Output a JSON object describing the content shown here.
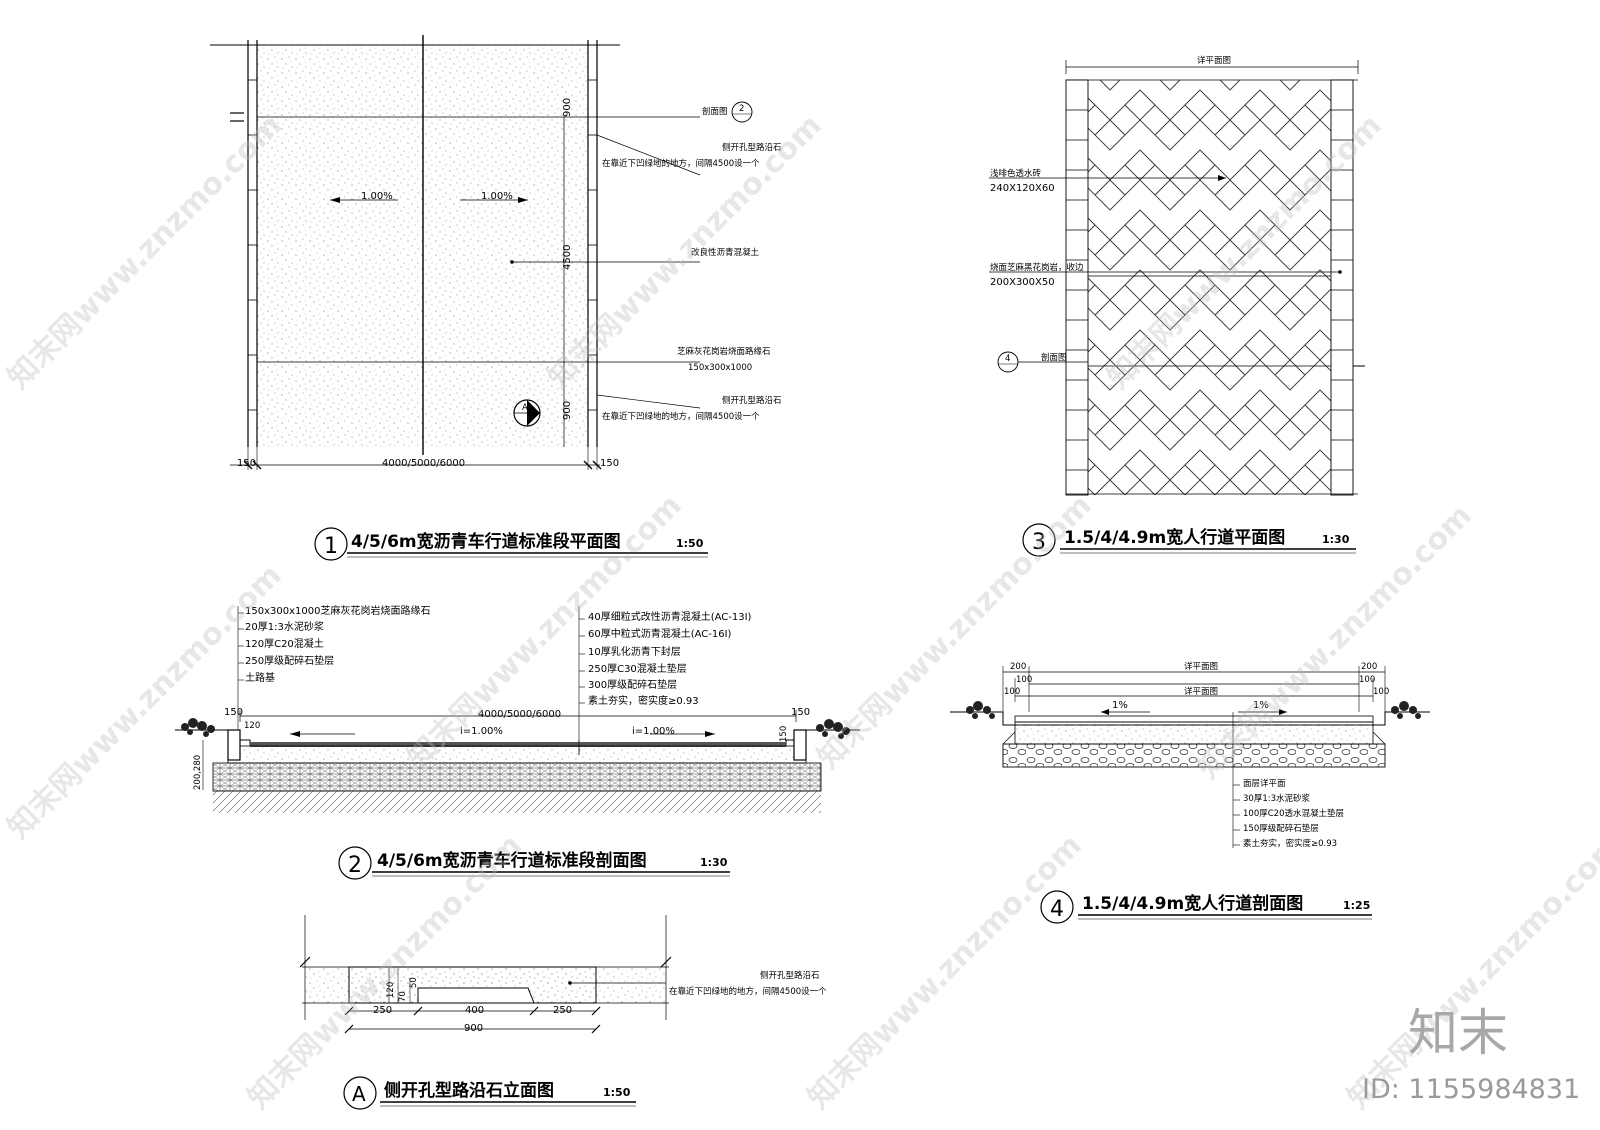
{
  "plan1": {
    "number": "1",
    "title": "4/5/6m宽沥青车行道标准段平面图",
    "scale": "1:50",
    "slope_left": "1.00%",
    "slope_right": "1.00%",
    "dim_900_top": "900",
    "dim_4500": "4500",
    "dim_900_bottom": "900",
    "dim_150_left": "150",
    "dim_width": "4000/5000/6000",
    "dim_150_right": "150",
    "section_ref": "剖面图",
    "section_ref_num": "2",
    "callout_curb_1": "侧开孔型路沿石",
    "callout_curb_1_note": "在靠近下凹绿地的地方，间隔4500设一个",
    "callout_asphalt": "改良性沥青混凝土",
    "callout_stone": "芝麻灰花岗岩烧面路缘石",
    "callout_stone_size": "150x300x1000",
    "callout_curb_2": "侧开孔型路沿石",
    "callout_curb_2_note": "在靠近下凹绿地的地方，间隔4500设一个",
    "marker_a": "A"
  },
  "plan3": {
    "number": "3",
    "title": "1.5/4/4.9m宽人行道平面图",
    "scale": "1:30",
    "top_label": "详平面图",
    "brick_label": "浅啡色透水砖",
    "brick_size": "240X120X60",
    "stone_label": "烧面芝麻黑花岗岩，收边",
    "stone_size": "200X300X50",
    "section_ref": "剖面图",
    "section_ref_num": "4"
  },
  "section2": {
    "number": "2",
    "title": "4/5/6m宽沥青车行道标准段剖面图",
    "scale": "1:30",
    "left_layers": [
      "150x300x1000芝麻灰花岗岩烧面路缘石",
      "20厚1:3水泥砂浆",
      "120厚C20混凝土",
      "250厚级配碎石垫层",
      "土路基"
    ],
    "right_layers": [
      "40厚细粒式改性沥青混凝土(AC-13I)",
      "60厚中粒式沥青混凝土(AC-16I)",
      "10厚乳化沥青下封层",
      "250厚C30混凝土垫层",
      "300厚级配碎石垫层",
      "素土夯实，密实度≥0.93"
    ],
    "dim_width": "4000/5000/6000",
    "dim_150_left": "150",
    "dim_150_right": "150",
    "dim_120": "120",
    "slope_left": "i=1.00%",
    "slope_right": "i=1.00%",
    "dim_vert": "200,280",
    "dim_vert_right": "150"
  },
  "section4": {
    "number": "4",
    "title": "1.5/4/4.9m宽人行道剖面图",
    "scale": "1:25",
    "dim_200_left": "200",
    "dim_200_right": "200",
    "dim_100_l1": "100",
    "dim_100_l2": "100",
    "dim_100_r1": "100",
    "dim_100_r2": "100",
    "label_top1": "详平面图",
    "label_top2": "详平面图",
    "slope_left": "1%",
    "slope_right": "1%",
    "layers": [
      "面层详平面",
      "30厚1:3水泥砂浆",
      "100厚C20透水混凝土垫层",
      "150厚级配碎石垫层",
      "素土夯实，密实度≥0.93"
    ]
  },
  "elevA": {
    "letter": "A",
    "title": "侧开孔型路沿石立面图",
    "scale": "1:50",
    "callout": "侧开孔型路沿石",
    "callout_note": "在靠近下凹绿地的地方，间隔4500设一个",
    "dim_250_left": "250",
    "dim_400": "400",
    "dim_250_right": "250",
    "dim_900": "900",
    "dim_120": "120",
    "dim_70": "70",
    "dim_50": "50"
  },
  "watermark": {
    "brand": "知末",
    "id": "ID: 1155984831",
    "text": "知末网www.znzmo.com"
  }
}
